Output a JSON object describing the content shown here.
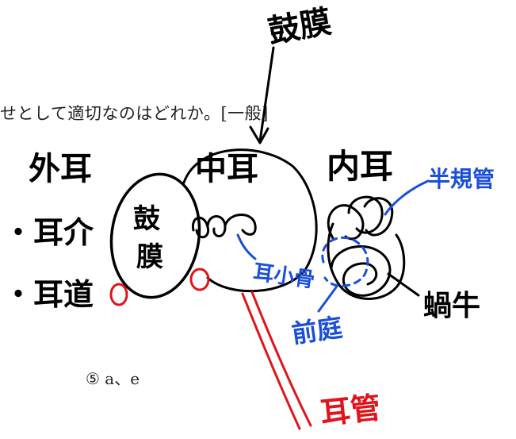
{
  "printed": {
    "question_text": "せとして適切なのはどれか。[一般]",
    "option_text": "⑤ a、e"
  },
  "handwritten": {
    "top_label": "鼓膜",
    "outer_ear": "外耳",
    "middle_ear": "中耳",
    "inner_ear": "内耳",
    "auricle": "・耳介",
    "ear_canal": "・耳道",
    "eardrum_in_circle": [
      "鼓",
      "膜"
    ],
    "ossicles": "耳小骨",
    "semicircular_canals": "半規管",
    "vestibule": "前庭",
    "cochlea": "蝸牛",
    "eustachian_tube": "耳管"
  },
  "colors": {
    "print": "#222222",
    "ink_black": "#000000",
    "ink_blue": "#1a4fd6",
    "ink_red": "#e0141a"
  }
}
